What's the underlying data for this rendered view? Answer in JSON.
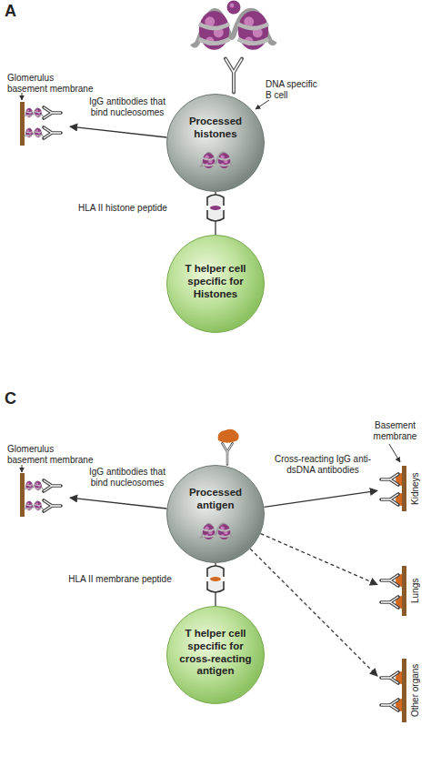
{
  "diagram": {
    "nodes": [
      {
        "text": [
          "Glomerulus basement membrane"
        ]
      },
      {
        "text": [
          "Processed histones"
        ]
      },
      {
        "text": [
          "T helper cell specific for Histones"
        ]
      },
      {
        "text": [
          "Glomerulus basement membrane"
        ]
      },
      {
        "text": [
          "Basement membrane",
          "Kidneys"
        ]
      },
      {
        "text": [
          "Processed antigen"
        ]
      },
      {
        "text": [
          "Lungs"
        ]
      },
      {
        "text": [
          "T helper cell specific for cross-reacting antigen"
        ]
      },
      {
        "text": [
          "Other organs"
        ]
      }
    ],
    "edges": [
      {
        "from": 1,
        "to": 0,
        "arrow": "to",
        "label": "IgG antibodies that bind nucleosomes"
      },
      {
        "from": 1,
        "to": 2,
        "arrow": "none",
        "label": "HLA II histone peptide"
      },
      {
        "from": 5,
        "to": 3,
        "arrow": "to",
        "label": "IgG antibodies that bind nucleosomes"
      },
      {
        "from": 5,
        "to": 4,
        "arrow": "to",
        "label": "Cross-reacting IgG anti-dsDNA antibodies"
      },
      {
        "from": 5,
        "to": 6,
        "arrow": "to"
      },
      {
        "from": 5,
        "to": 8,
        "arrow": "to"
      },
      {
        "from": 5,
        "to": 7,
        "arrow": "none",
        "label": "HLA II membrane peptide"
      }
    ],
    "labels": [
      "A",
      "DNA specific B cell",
      "C"
    ]
  }
}
